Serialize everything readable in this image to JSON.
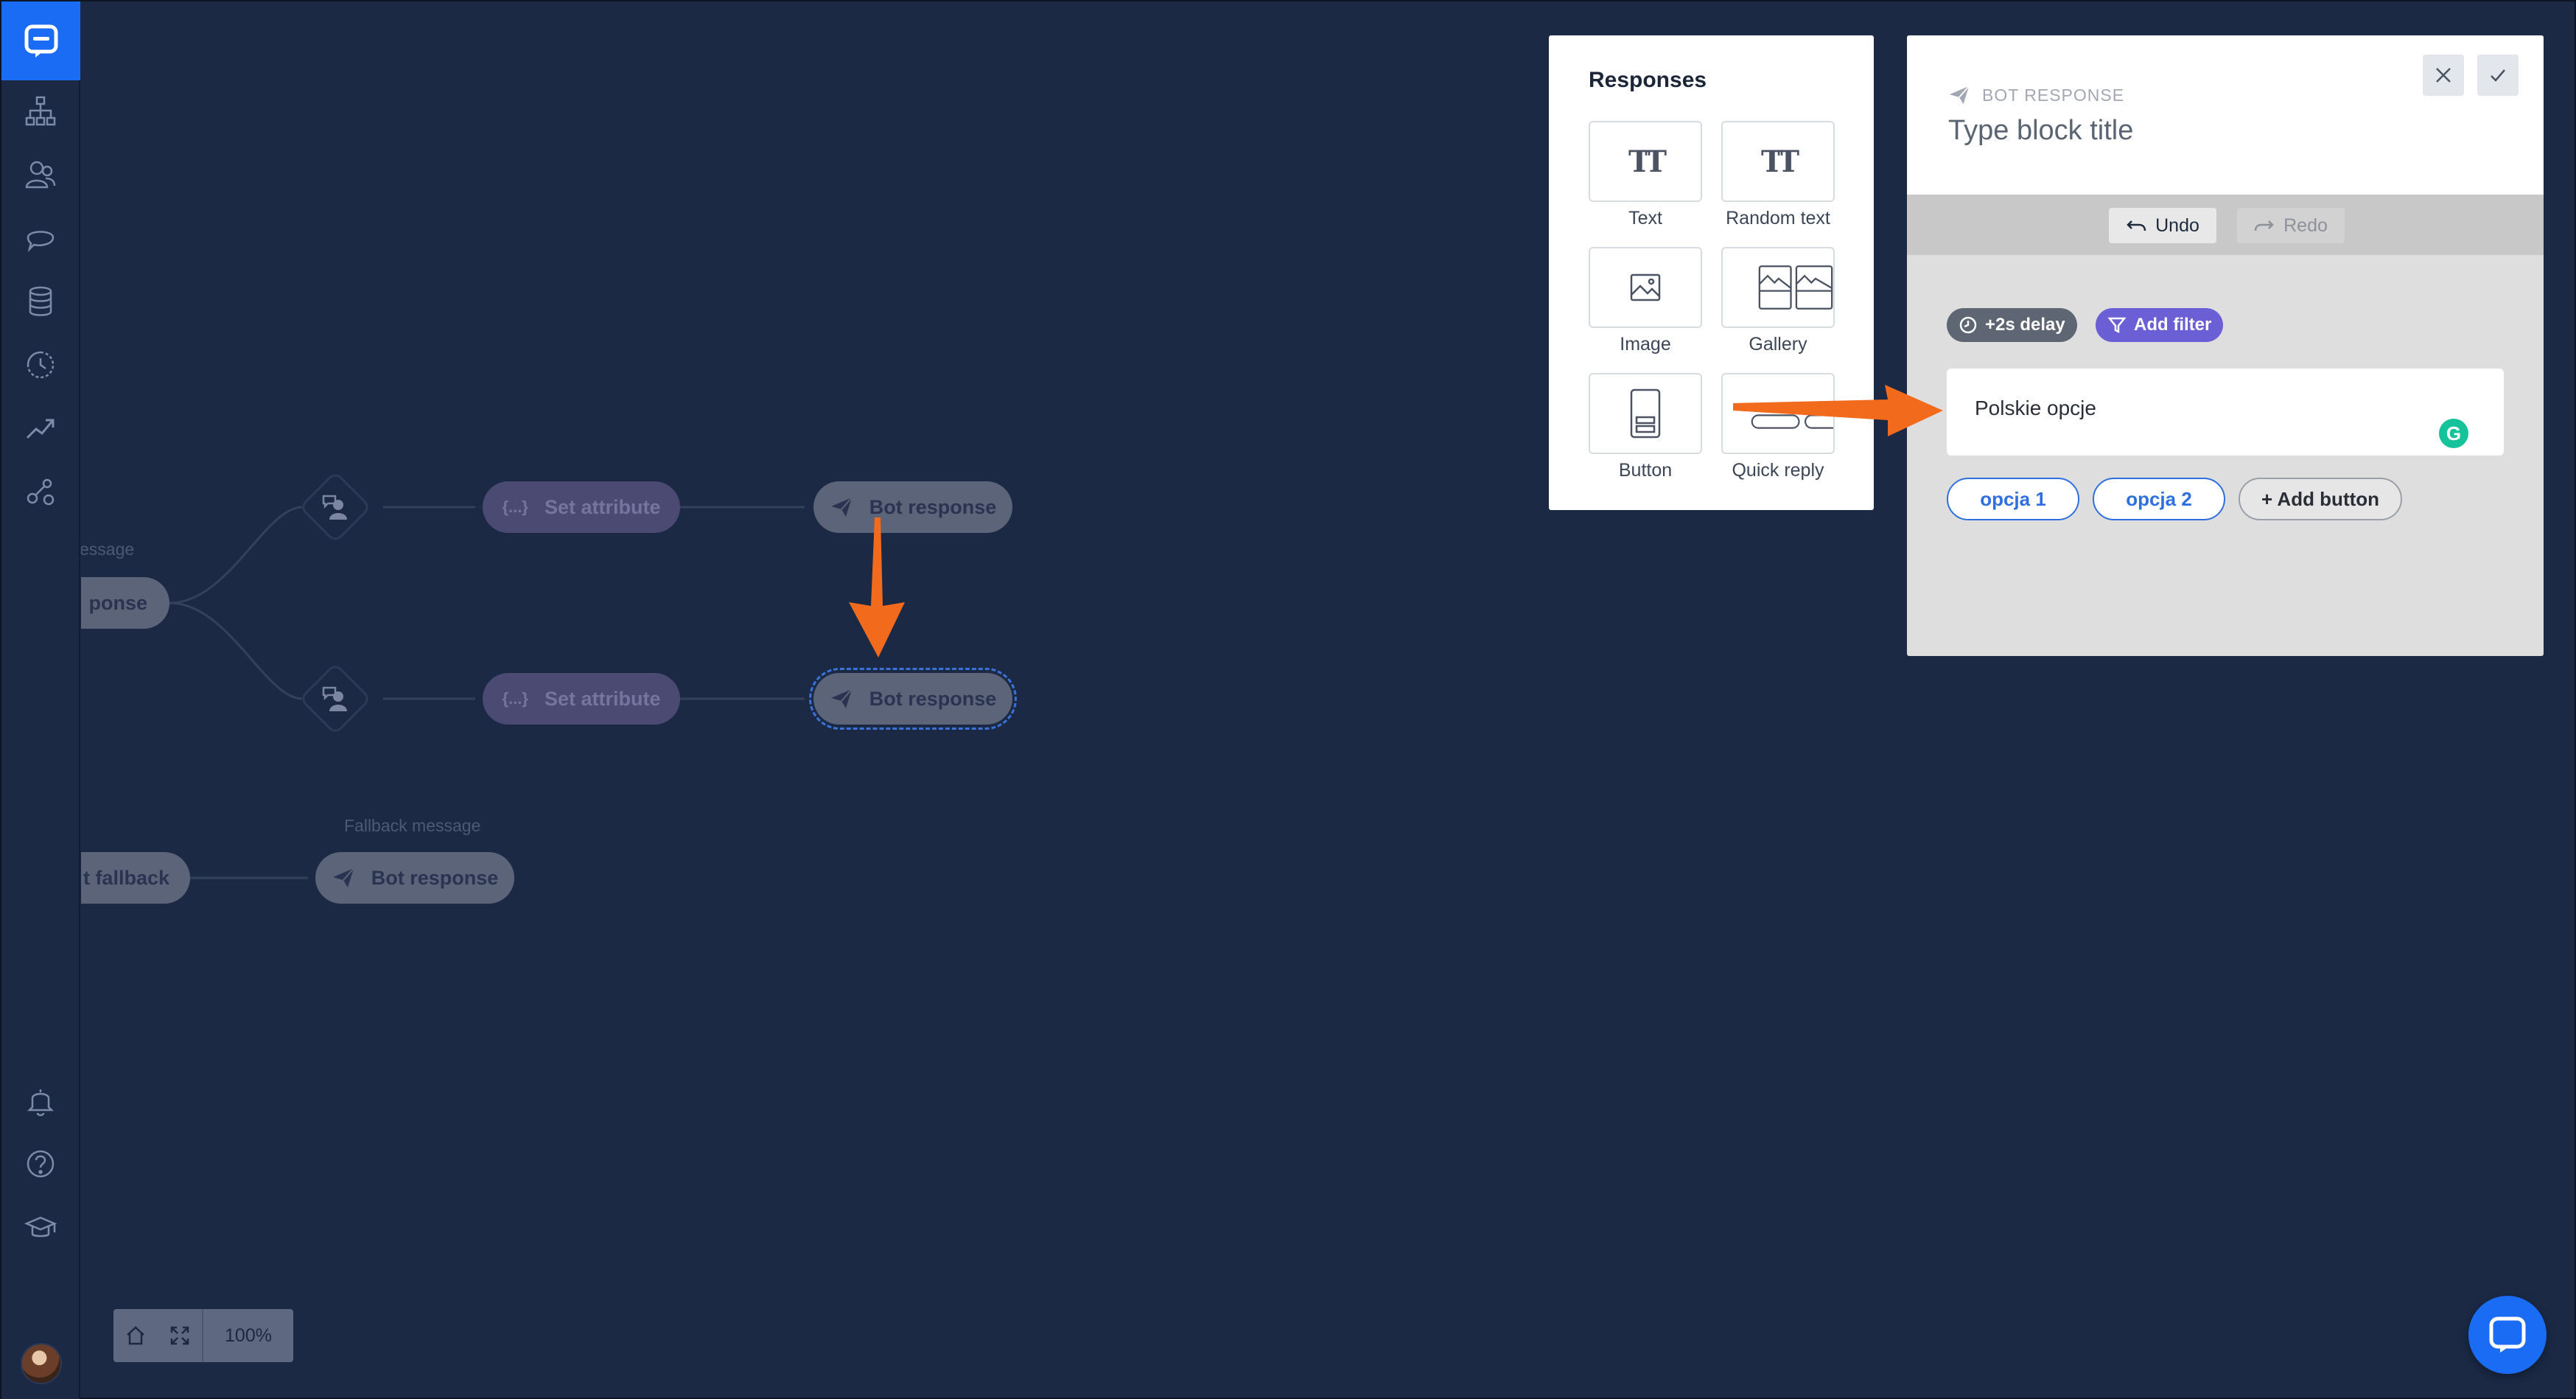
{
  "colors": {
    "canvas_bg": "#1b2945",
    "brand_blue": "#1b6cf5",
    "node_grey": "#5b6478",
    "node_purple": "#4a4a72",
    "filter_purple": "#6b5fd6",
    "delay_grey": "#5d6672",
    "arrow_orange": "#f26b1d",
    "grammarly_green": "#15c39a"
  },
  "sidebar": {
    "logo_icon": "chat-logo-icon",
    "items": [
      {
        "icon": "sitemap-icon"
      },
      {
        "icon": "users-icon"
      },
      {
        "icon": "chat-bubble-icon"
      },
      {
        "icon": "database-icon"
      },
      {
        "icon": "history-icon"
      },
      {
        "icon": "trending-icon"
      },
      {
        "icon": "integrations-icon"
      }
    ],
    "bottom_items": [
      {
        "icon": "bell-icon"
      },
      {
        "icon": "help-icon"
      },
      {
        "icon": "graduation-cap-icon"
      }
    ]
  },
  "canvas": {
    "top_caption_partial": "essage",
    "left_node_partial": "ponse",
    "set_attribute_1": "Set attribute",
    "set_attribute_2": "Set attribute",
    "bot_response_1": "Bot response",
    "bot_response_2": "Bot response",
    "fallback_caption": "Fallback message",
    "fallback_node_partial": "t fallback",
    "fallback_bot_response": "Bot response",
    "attr_icon_text": "{...}"
  },
  "zoom": {
    "level": "100%"
  },
  "responses_panel": {
    "title": "Responses",
    "items": [
      {
        "label": "Text",
        "icon": "text-format-icon"
      },
      {
        "label": "Random text",
        "icon": "random-text-icon"
      },
      {
        "label": "Image",
        "icon": "image-icon"
      },
      {
        "label": "Gallery",
        "icon": "gallery-icon"
      },
      {
        "label": "Button",
        "icon": "button-block-icon"
      },
      {
        "label": "Quick reply",
        "icon": "quick-reply-icon"
      }
    ],
    "glyph_text": "TT"
  },
  "editor": {
    "kind": "BOT RESPONSE",
    "title_placeholder": "Type block title",
    "undo_label": "Undo",
    "redo_label": "Redo",
    "delay_label": "+2s delay",
    "filter_label": "Add filter",
    "message_text": "Polskie opcje",
    "options": [
      "opcja 1",
      "opcja 2"
    ],
    "add_button_label": "+ Add button",
    "grammarly_glyph": "G"
  }
}
